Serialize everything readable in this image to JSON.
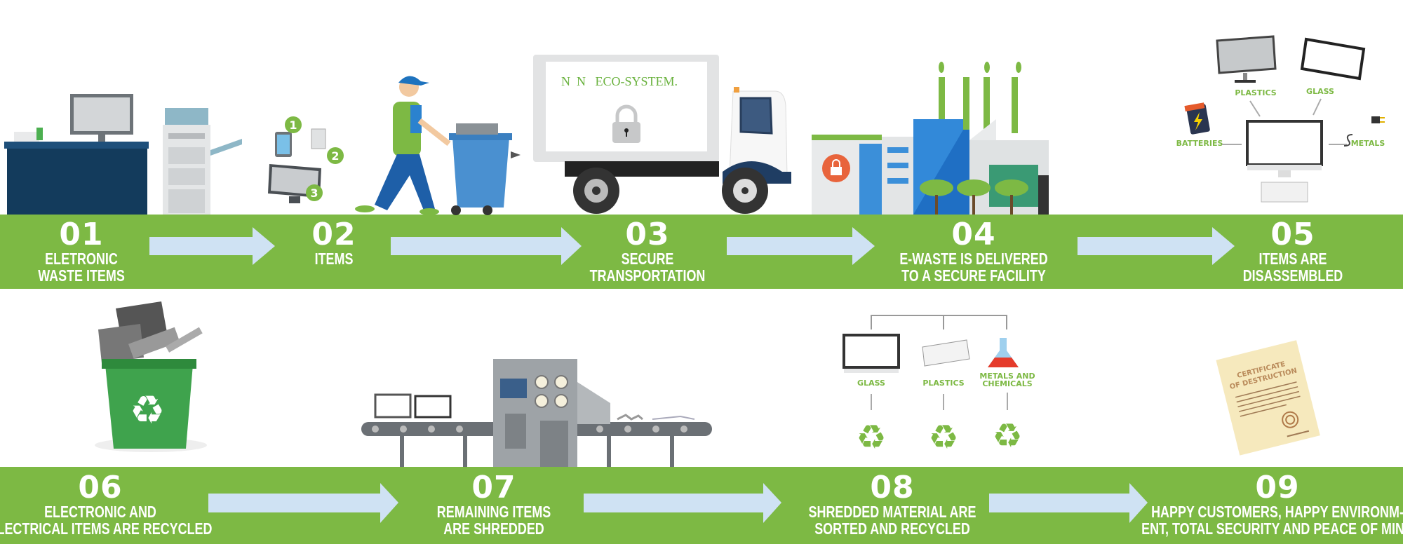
{
  "colors": {
    "band": "#7db944",
    "arrow": "#cfe2f3",
    "text": "#ffffff"
  },
  "steps": [
    {
      "number": "01",
      "line1": "ELETRONIC",
      "line2": "WASTE ITEMS"
    },
    {
      "number": "02",
      "line1": "ITEMS",
      "line2": ""
    },
    {
      "number": "03",
      "line1": "SECURE",
      "line2": "TRANSPORTATION"
    },
    {
      "number": "04",
      "line1": "E-WASTE IS DELIVERED",
      "line2": "TO A SECURE FACILITY"
    },
    {
      "number": "05",
      "line1": "ITEMS ARE",
      "line2": "DISASSEMBLED"
    },
    {
      "number": "06",
      "line1": "ELECTRONIC AND",
      "line2": "ELECTRICAL ITEMS ARE RECYCLED"
    },
    {
      "number": "07",
      "line1": "REMAINING ITEMS",
      "line2": "ARE SHREDDED"
    },
    {
      "number": "08",
      "line1": "SHREDDED MATERIAL ARE",
      "line2": "SORTED AND RECYCLED"
    },
    {
      "number": "09",
      "line1": "HAPPY CUSTOMERS, HAPPY ENVIRONM-",
      "line2": "ENT, TOTAL SECURITY AND PEACE OF MIND"
    }
  ],
  "illustrations": {
    "device_badges": [
      "1",
      "2",
      "3"
    ],
    "truck_brand": "N  N   ECO-SYSTEM.",
    "disassembly_labels": {
      "plastics": "PLASTICS",
      "glass": "GLASS",
      "batteries": "BATTERIES",
      "metals": "METALS"
    },
    "sorting_labels": {
      "glass": "GLASS",
      "plastics": "PLASTICS",
      "metals_line1": "METALS AND",
      "metals_line2": "CHEMICALS"
    },
    "certificate_line1": "CERTIFICATE",
    "certificate_line2": "OF DESTRUCTION",
    "icons": [
      "lock-icon",
      "recycle-icon",
      "battery-icon",
      "plug-icon",
      "flask-icon",
      "seal-icon"
    ]
  }
}
